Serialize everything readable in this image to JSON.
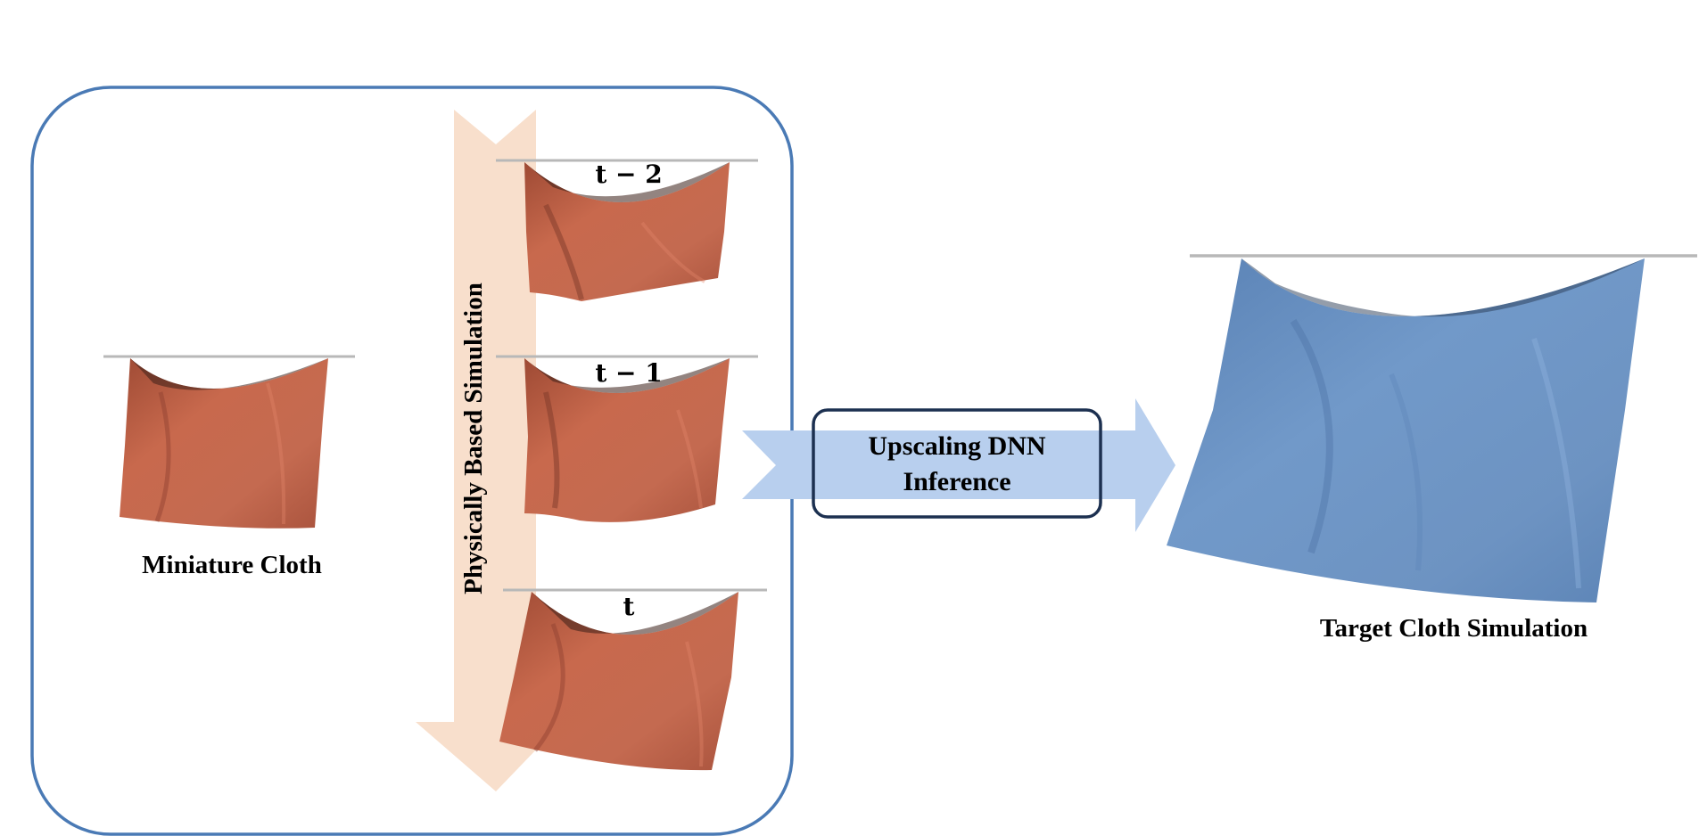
{
  "labels": {
    "miniature": "Miniature Cloth",
    "pbs": "Physically Based Simulation",
    "frame_t2": "t − 2",
    "frame_t1": "t − 1",
    "frame_t": "t",
    "dnn_line1": "Upscaling DNN",
    "dnn_line2": "Inference",
    "target": "Target Cloth Simulation"
  },
  "colors": {
    "panel_border": "#4a7ab5",
    "pbs_arrow": "#f8dfcc",
    "cloth_orange": "#c0654b",
    "cloth_blue": "#6f95c4",
    "upscale_arrow": "#b8cfee",
    "dnn_box_border": "#1c3050",
    "rod": "#b8b8b8"
  }
}
